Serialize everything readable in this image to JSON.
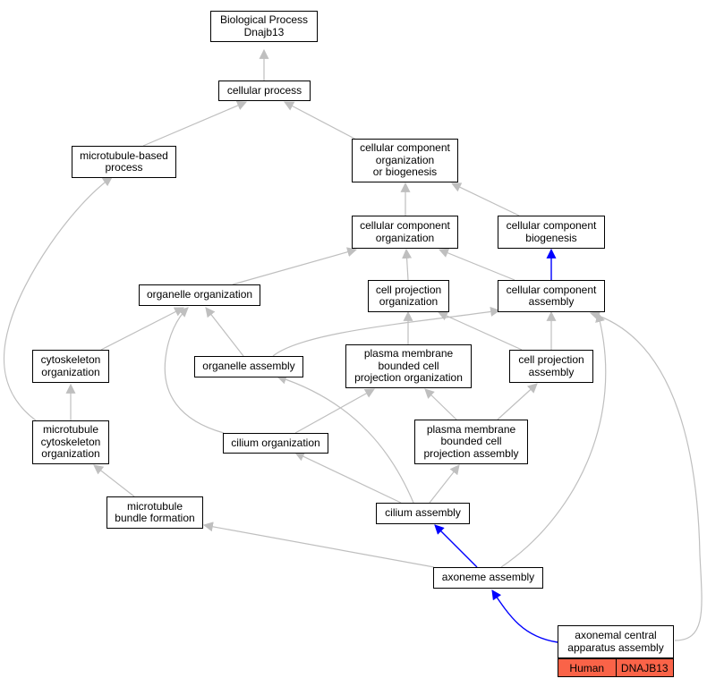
{
  "colors": {
    "edge_default": "#bfbfbf",
    "edge_highlight": "#0000ff",
    "species_fill": "#fa6348"
  },
  "nodes": {
    "bp": "Biological Process\nDnajb13",
    "cellular_process": "cellular process",
    "mt_based_process": "microtubule-based\nprocess",
    "ccob": "cellular component\norganization\nor biogenesis",
    "cc_org": "cellular component\norganization",
    "cc_bio": "cellular component\nbiogenesis",
    "organelle_org": "organelle organization",
    "cellproj_org": "cell projection\norganization",
    "cc_assembly": "cellular component\nassembly",
    "cytoskeleton_org": "cytoskeleton\norganization",
    "organelle_assembly": "organelle assembly",
    "pm_bounded_org": "plasma membrane\nbounded cell\nprojection organization",
    "cellproj_assembly": "cell projection\nassembly",
    "mt_cytoskeleton_org": "microtubule\ncytoskeleton\norganization",
    "cilium_org": "cilium organization",
    "pm_bounded_assembly": "plasma membrane\nbounded cell\nprojection assembly",
    "mt_bundle": "microtubule\nbundle formation",
    "cilium_assembly": "cilium assembly",
    "axoneme_assembly": "axoneme assembly",
    "axonemal_central": "axonemal central\napparatus assembly"
  },
  "species_row": {
    "species": "Human",
    "gene": "DNAJB13"
  }
}
